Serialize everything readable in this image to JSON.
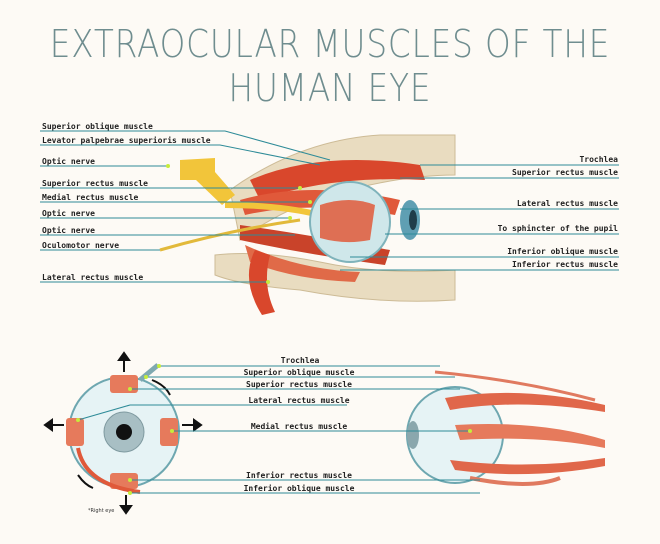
{
  "title": "EXTRAOCULAR MUSCLES OF THE HUMAN EYE",
  "top_diagram": {
    "left_labels": [
      "Superior oblique muscle",
      "Levator palpebrae superioris muscle",
      "Optic nerve",
      "Superior rectus muscle",
      "Medial rectus muscle",
      "Optic nerve",
      "Optic nerve",
      "Oculomotor nerve",
      "Lateral rectus muscle"
    ],
    "right_labels": [
      "Trochlea",
      "Superior rectus muscle",
      "Lateral rectus muscle",
      "To sphincter of the pupil",
      "Inferior oblique muscle",
      "Inferior rectus muscle"
    ]
  },
  "bottom_diagram": {
    "labels": [
      "Trochlea",
      "Superior oblique muscle",
      "Superior rectus muscle",
      "Lateral rectus muscle",
      "Medial rectus muscle",
      "Inferior rectus muscle",
      "Inferior oblique muscle"
    ],
    "note": "*Right eye"
  },
  "colors": {
    "line": "#2e8b98",
    "muscle": "#e0593a",
    "nerve": "#f2c53a",
    "bone": "#e9dcc0",
    "title": "#6f8d8f"
  }
}
